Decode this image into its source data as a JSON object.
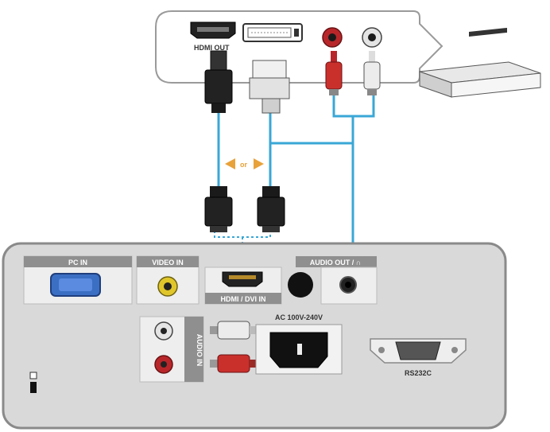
{
  "source_device": {
    "hdmi_out_label": "HDMI OUT"
  },
  "cable_link": {
    "label": "or",
    "colors": {
      "cable": "#3aa7d6",
      "arrow": "#e8a23a"
    }
  },
  "projector_panel": {
    "pc_in_label": "PC IN",
    "video_in_label": "VIDEO IN",
    "hdmi_dvi_in_label": "HDMI / DVI IN",
    "audio_out_label": "AUDIO OUT / ∩",
    "audio_in_label": "AUDIO IN",
    "ac_label": "AC 100V-240V",
    "rs232c_label": "RS232C"
  }
}
